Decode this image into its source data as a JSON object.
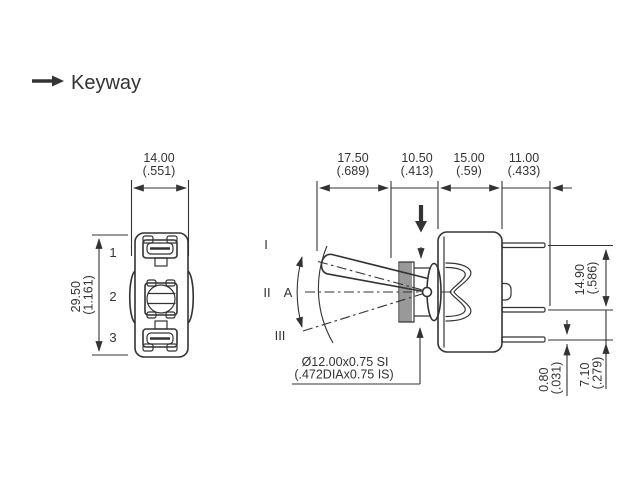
{
  "drawing": {
    "legend": {
      "keyway": "Keyway"
    },
    "front_view": {
      "width": {
        "mm": "14.00",
        "in": "(.551)"
      },
      "height": {
        "mm": "29.50",
        "in": "(1.161)"
      },
      "terminal_labels": [
        "1",
        "2",
        "3"
      ]
    },
    "side_view": {
      "top_dims": [
        {
          "mm": "17.50",
          "in": "(.689)"
        },
        {
          "mm": "10.50",
          "in": "(.413)"
        },
        {
          "mm": "15.00",
          "in": "(.59)"
        },
        {
          "mm": "11.00",
          "in": "(.433)"
        }
      ],
      "lever_positions": {
        "up": "I",
        "mid": "II",
        "down": "III",
        "angle": "A"
      },
      "thread_note": {
        "metric": "Ø12.00x0.75 SI",
        "imperial": "(.472DIAx0.75 IS)"
      },
      "blade_upper_spacing": {
        "mm": "14.90",
        "in": "(.586)"
      },
      "blade_lower_spacing": {
        "mm": "7.10",
        "in": "(.279)"
      },
      "blade_thickness": {
        "mm": "0.80",
        "in": "(.031)"
      }
    },
    "colors": {
      "line": "#333333",
      "background": "#ffffff"
    }
  }
}
